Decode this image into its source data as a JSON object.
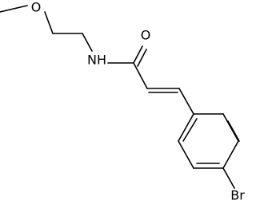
{
  "molecule": {
    "atoms": {
      "O_methoxy": "O",
      "NH": "NH",
      "O_carbonyl": "O",
      "Br": "Br"
    }
  }
}
